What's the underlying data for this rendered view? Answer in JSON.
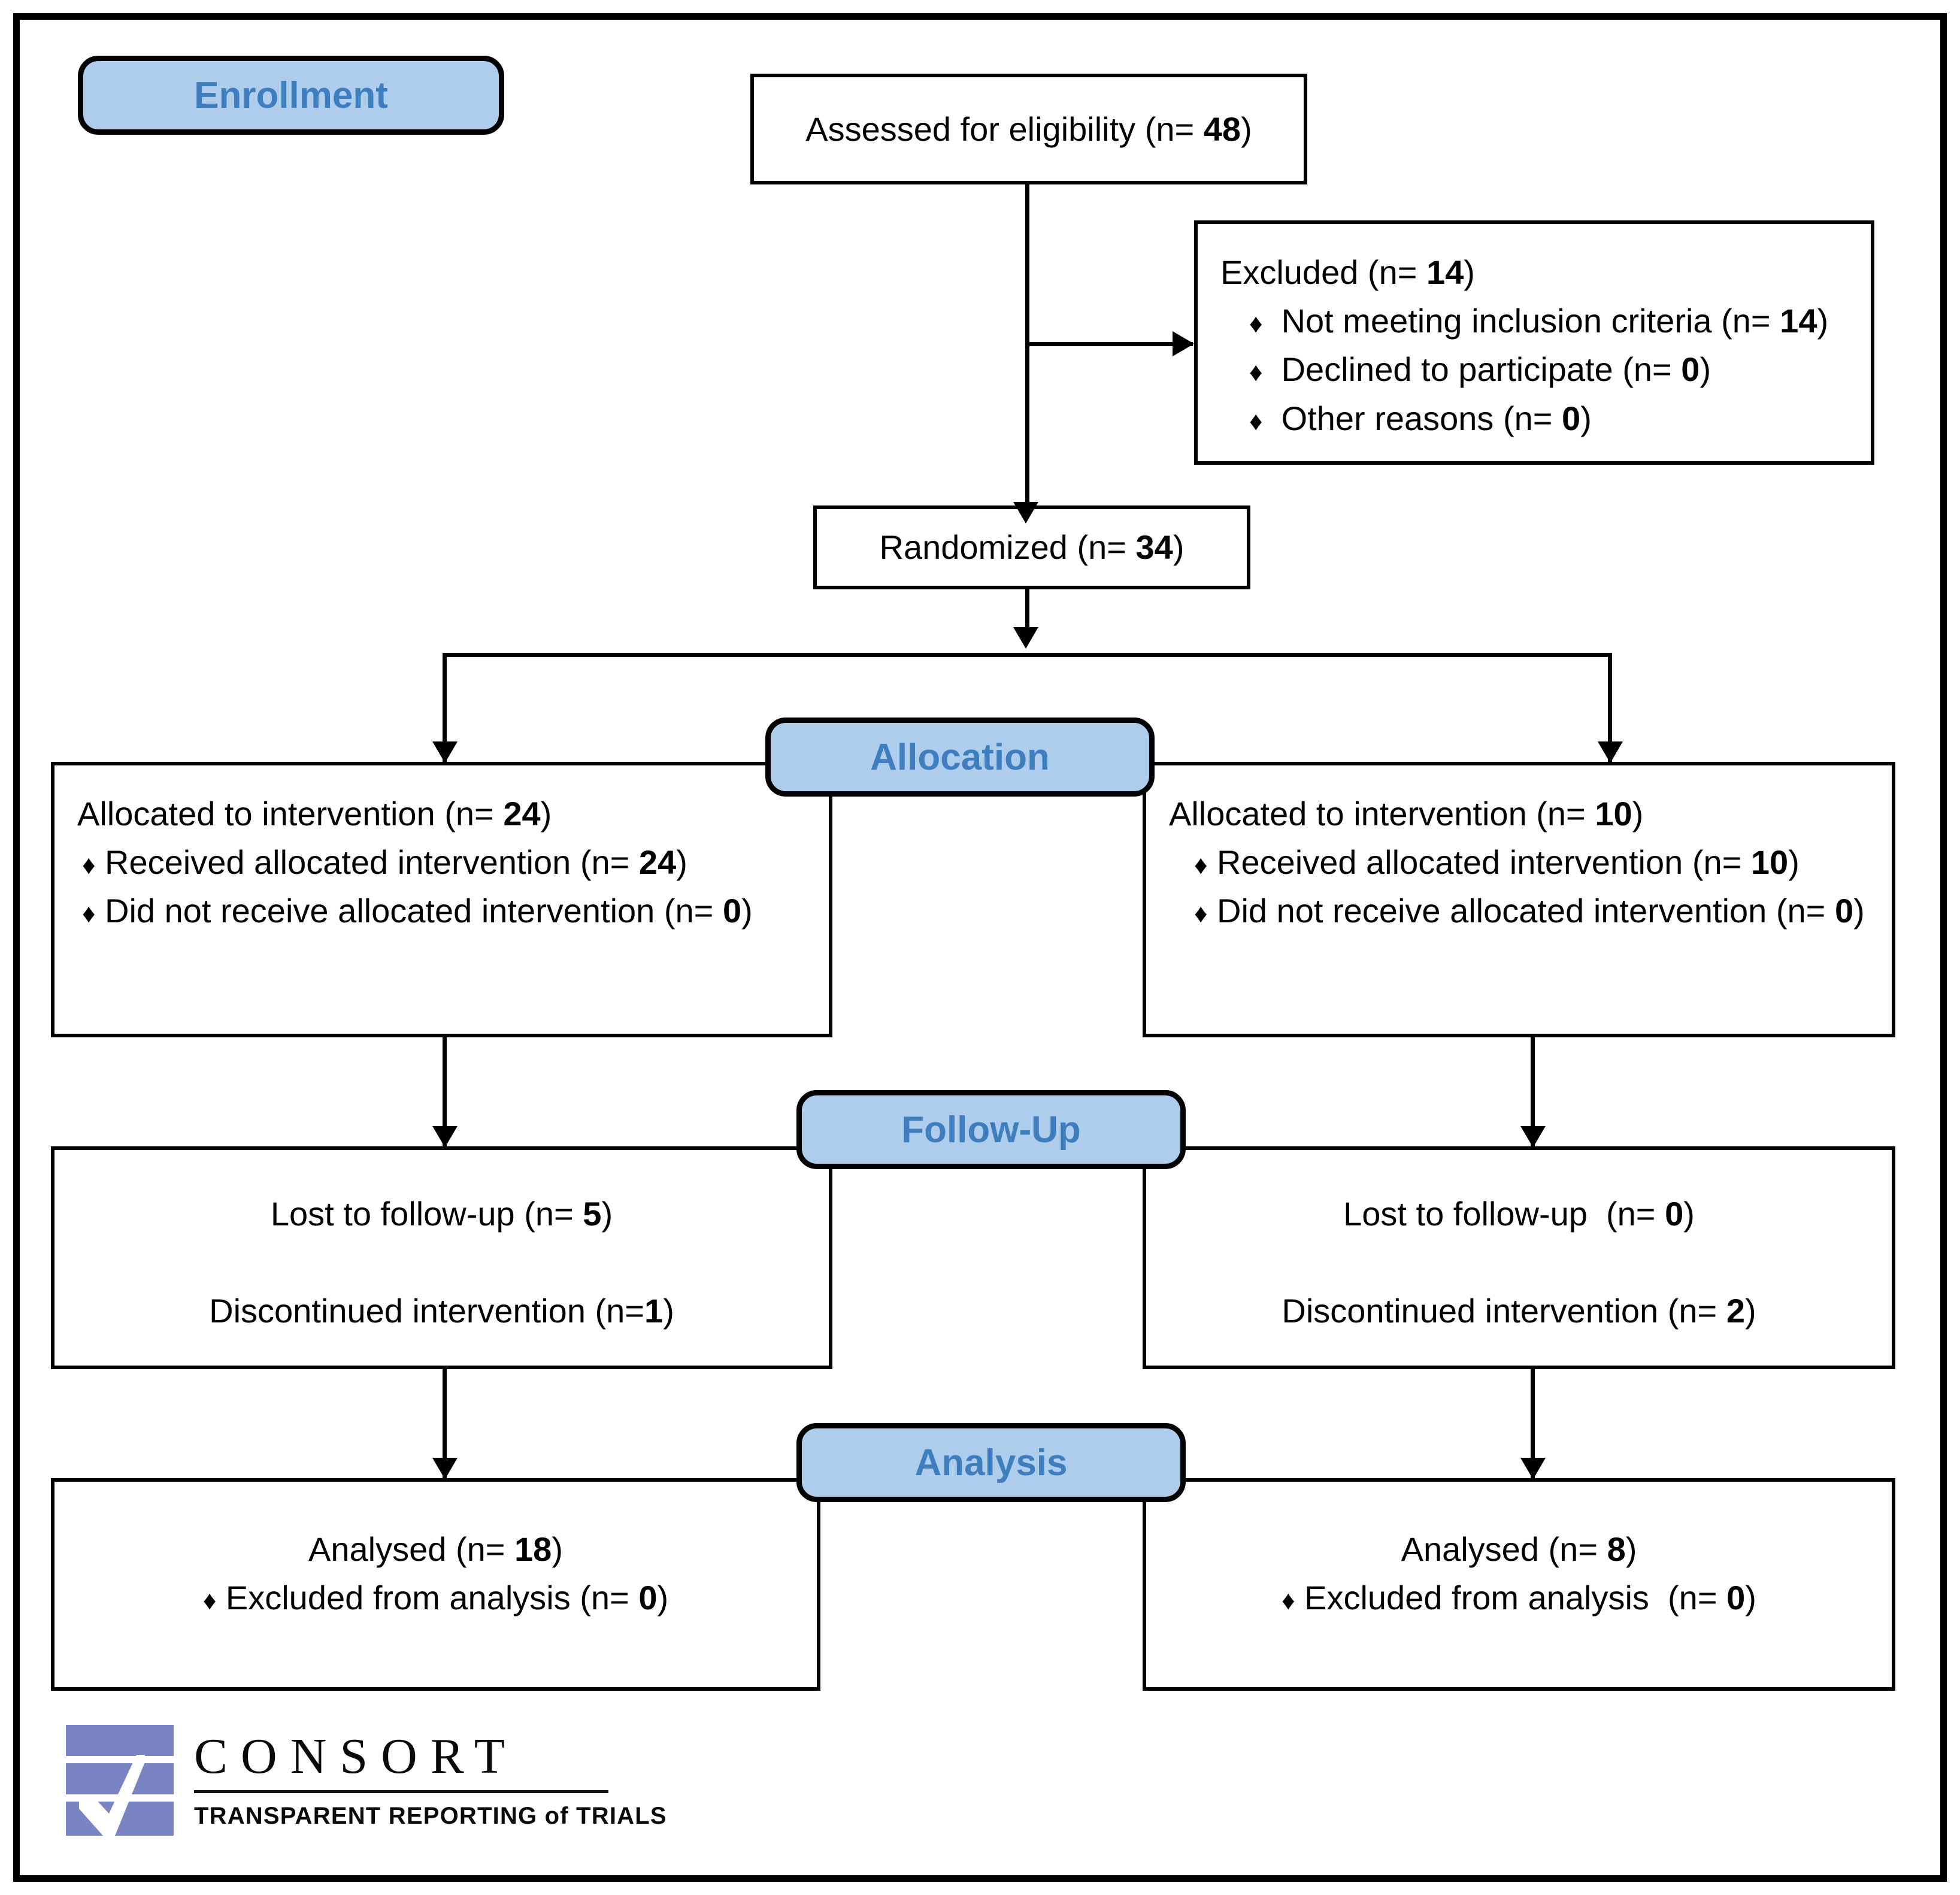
{
  "diagram": {
    "title": "CONSORT participant flow diagram",
    "accent_blue_fill": "#aecdec",
    "accent_blue_text": "#3f7ebe",
    "logo_blue": "#7985c2",
    "line_color": "#000000"
  },
  "stages": {
    "enrollment": "Enrollment",
    "allocation": "Allocation",
    "followup": "Follow-Up",
    "analysis": "Analysis"
  },
  "nodes": {
    "assessed": {
      "line1": "Assessed for eligibility (n= ",
      "value1": "48",
      "tail1": ")"
    },
    "excluded": {
      "line1": "Excluded (n= ",
      "value1": "14",
      "tail1": ")",
      "bullets": [
        {
          "marker": "♦",
          "text": "Not meeting inclusion criteria (n= ",
          "value": "14",
          "tail": ")"
        },
        {
          "marker": "♦",
          "text": "Declined to participate (n= ",
          "value": "0",
          "tail": ")"
        },
        {
          "marker": "♦",
          "text": "Other reasons (n= ",
          "value": "0",
          "tail": ")"
        }
      ]
    },
    "randomized": {
      "line1": "Randomized (n= ",
      "value1": "34",
      "tail1": ")"
    },
    "alloc_left": {
      "line1": "Allocated to intervention (n= ",
      "value1": "24",
      "tail1": ")",
      "bullets": [
        {
          "marker": "♦",
          "text": "Received allocated intervention (n= ",
          "value": "24",
          "tail": ")"
        },
        {
          "marker": "♦",
          "text": "Did not receive allocated intervention (n= ",
          "value": "0",
          "tail": ")"
        }
      ]
    },
    "alloc_right": {
      "line1": "Allocated to intervention (n= ",
      "value1": "10",
      "tail1": ")",
      "bullets": [
        {
          "marker": "♦",
          "text": "Received allocated intervention (n= ",
          "value": "10",
          "tail": ")"
        },
        {
          "marker": "♦",
          "text": "Did not receive allocated intervention (n= ",
          "value": "0",
          "tail": ")"
        }
      ]
    },
    "follow_left": {
      "line1": "Lost to follow-up (n= ",
      "value1": "5",
      "tail1": ")",
      "line2": "Discontinued intervention (n=",
      "value2": "1",
      "tail2": ")"
    },
    "follow_right": {
      "line1": "Lost to follow-up  (n= ",
      "value1": "0",
      "tail1": ")",
      "line2": "Discontinued intervention (n= ",
      "value2": "2",
      "tail2": ")"
    },
    "analysis_left": {
      "line1": "Analysed (n= ",
      "value1": "18",
      "tail1": ")",
      "bullets": [
        {
          "marker": "♦",
          "text": "Excluded from analysis (n= ",
          "value": "0",
          "tail": ")"
        }
      ]
    },
    "analysis_right": {
      "line1": "Analysed (n= ",
      "value1": "8",
      "tail1": ")",
      "bullets": [
        {
          "marker": "♦",
          "text": "Excluded from analysis  (n= ",
          "value": "0",
          "tail": ")"
        }
      ]
    }
  },
  "logo": {
    "word": "CONSORT",
    "tagline": "TRANSPARENT REPORTING of TRIALS"
  }
}
